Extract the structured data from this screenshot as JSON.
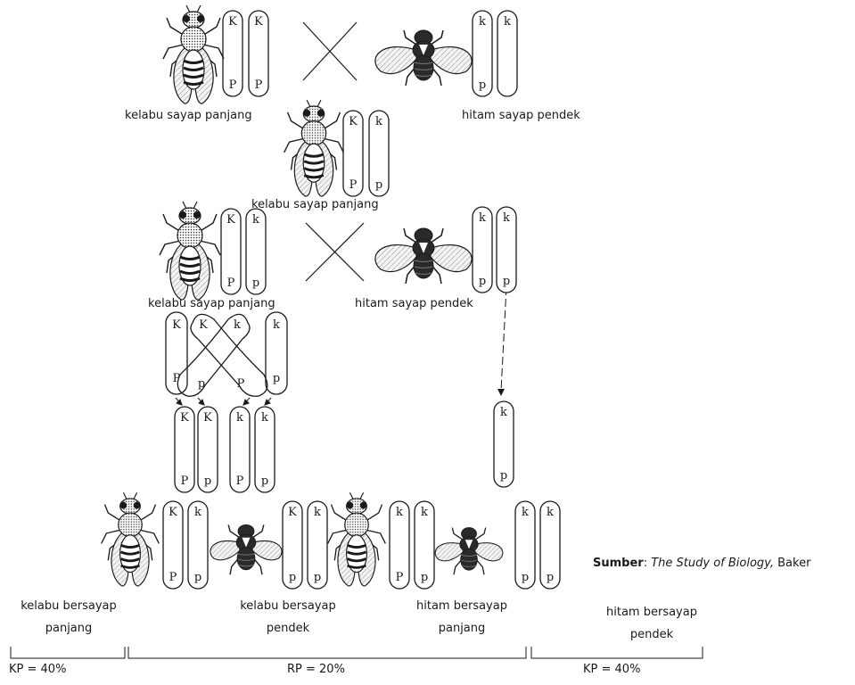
{
  "parents_1": {
    "left_label": "kelabu sayap panjang",
    "right_label": "hitam sayap pendek",
    "left_chromosomes": [
      {
        "top": "K",
        "bottom": "P"
      },
      {
        "top": "K",
        "bottom": "P"
      }
    ],
    "right_chromosomes": [
      {
        "top": "k",
        "bottom": "p"
      },
      {
        "top": "k",
        "bottom": ""
      }
    ]
  },
  "f1": {
    "label": "kelabu sayap panjang",
    "chromosomes": [
      {
        "top": "K",
        "bottom": "P"
      },
      {
        "top": "k",
        "bottom": "p"
      }
    ]
  },
  "parents_2": {
    "left_label": "kelabu sayap panjang",
    "right_label": "hitam sayap pendek",
    "left_chromosomes": [
      {
        "top": "K",
        "bottom": "P"
      },
      {
        "top": "k",
        "bottom": "p"
      }
    ],
    "right_chromosomes": [
      {
        "top": "k",
        "bottom": "p"
      },
      {
        "top": "k",
        "bottom": "p"
      }
    ]
  },
  "crossover": {
    "top_labels": [
      "K",
      "K",
      "k",
      "k"
    ],
    "bottom_labels": [
      "P",
      "p",
      "P",
      "p"
    ]
  },
  "gametes": {
    "left": [
      {
        "top": "K",
        "bottom": "P"
      },
      {
        "top": "K",
        "bottom": "p"
      },
      {
        "top": "k",
        "bottom": "P"
      },
      {
        "top": "k",
        "bottom": "p"
      }
    ],
    "right": {
      "top": "k",
      "bottom": "p"
    }
  },
  "offspring": [
    {
      "label": "kelabu bersayap panjang",
      "chromosomes": [
        {
          "top": "K",
          "bottom": "P"
        },
        {
          "top": "k",
          "bottom": "p"
        }
      ]
    },
    {
      "label": "kelabu bersayap pendek",
      "chromosomes": [
        {
          "top": "K",
          "bottom": "p"
        },
        {
          "top": "k",
          "bottom": "p"
        }
      ]
    },
    {
      "label": "hitam bersayap panjang",
      "chromosomes": [
        {
          "top": "k",
          "bottom": "P"
        },
        {
          "top": "k",
          "bottom": "p"
        }
      ]
    },
    {
      "label": "hitam bersayap pendek",
      "chromosomes": [
        {
          "top": "k",
          "bottom": "p"
        },
        {
          "top": "k",
          "bottom": "p"
        }
      ]
    }
  ],
  "source": {
    "prefix": "Sumber",
    "separator": ": ",
    "title": "The Study of Biology,",
    "author": " Baker"
  },
  "percentages": {
    "left": "KP = 40%",
    "middle": "RP = 20%",
    "right": "KP = 40%"
  },
  "colors": {
    "ink": "#1a1a1a",
    "wing": "#f4f4f4",
    "body_dark": "#2a2a2a"
  }
}
